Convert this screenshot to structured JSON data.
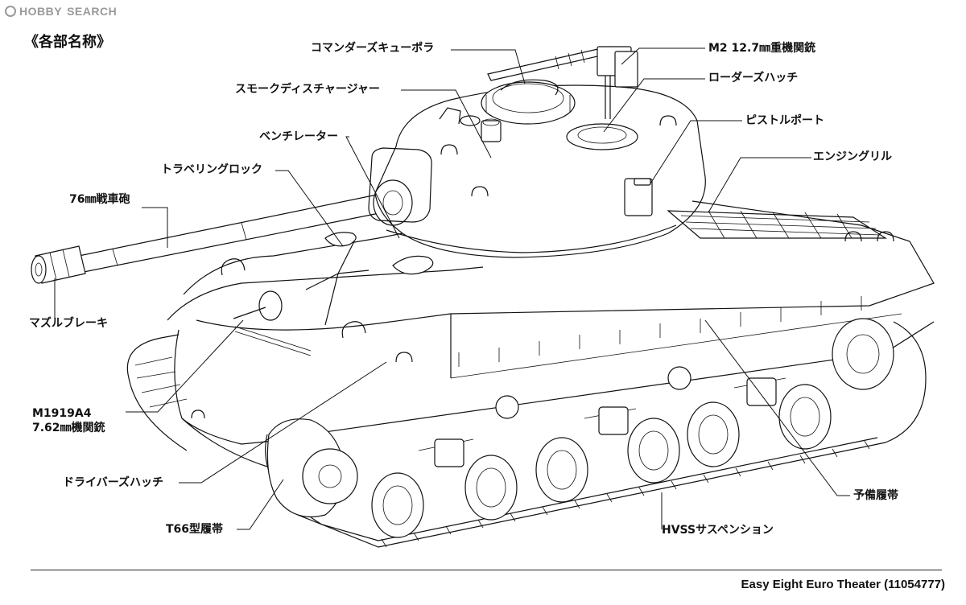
{
  "watermark": {
    "logo": "HOBBY",
    "text": "SEARCH"
  },
  "heading": "《各部名称》",
  "labels": {
    "commander_cupola": "コマンダーズキューポラ",
    "m2_mg": "M2 12.7㎜重機関銃",
    "smoke_discharger": "スモークディスチャージャー",
    "loader_hatch": "ローダーズハッチ",
    "pistol_port": "ピストルポート",
    "ventilator": "ベンチレーター",
    "engine_grill": "エンジングリル",
    "travel_lock": "トラベリングロック",
    "main_gun": "76㎜戦車砲",
    "muzzle_brake": "マズルブレーキ",
    "m1919_line1": "M1919A4",
    "m1919_line2": "7.62㎜機関銃",
    "driver_hatch": "ドライバーズハッチ",
    "spare_track": "予備履帯",
    "t66_track": "T66型履帯",
    "hvss": "HVSSサスペンション"
  },
  "footer": "Easy Eight Euro Theater (11054777)"
}
